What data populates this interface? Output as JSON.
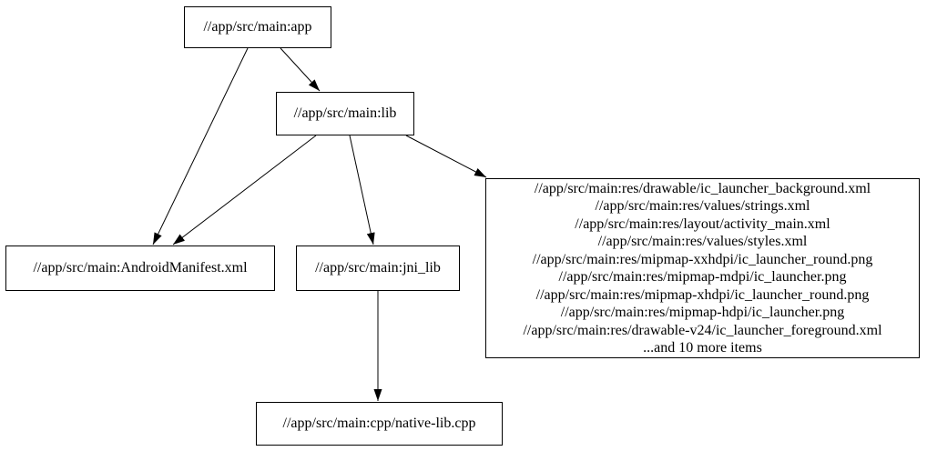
{
  "graph": {
    "type": "dependency-graph",
    "background_color": "#ffffff",
    "node_fill_color": "#ffffff",
    "node_border_color": "#000000",
    "edge_color": "#000000",
    "text_color": "#000000",
    "nodes": {
      "app": {
        "label": "//app/src/main:app"
      },
      "lib": {
        "label": "//app/src/main:lib"
      },
      "manifest": {
        "label": "//app/src/main:AndroidManifest.xml"
      },
      "jni_lib": {
        "label": "//app/src/main:jni_lib"
      },
      "native_lib": {
        "label": "//app/src/main:cpp/native-lib.cpp"
      },
      "res_group": {
        "label_lines": [
          "//app/src/main:res/drawable/ic_launcher_background.xml",
          "//app/src/main:res/values/strings.xml",
          "//app/src/main:res/layout/activity_main.xml",
          "//app/src/main:res/values/styles.xml",
          "//app/src/main:res/mipmap-xxhdpi/ic_launcher_round.png",
          "//app/src/main:res/mipmap-mdpi/ic_launcher.png",
          "//app/src/main:res/mipmap-xhdpi/ic_launcher_round.png",
          "//app/src/main:res/mipmap-hdpi/ic_launcher.png",
          "//app/src/main:res/drawable-v24/ic_launcher_foreground.xml",
          "...and 10 more items"
        ]
      }
    },
    "edges": [
      {
        "from": "//app/src/main:app",
        "to": "//app/src/main:AndroidManifest.xml"
      },
      {
        "from": "//app/src/main:app",
        "to": "//app/src/main:lib"
      },
      {
        "from": "//app/src/main:lib",
        "to": "//app/src/main:AndroidManifest.xml"
      },
      {
        "from": "//app/src/main:lib",
        "to": "//app/src/main:jni_lib"
      },
      {
        "from": "//app/src/main:lib",
        "to": "res-group"
      },
      {
        "from": "//app/src/main:jni_lib",
        "to": "//app/src/main:cpp/native-lib.cpp"
      }
    ]
  }
}
